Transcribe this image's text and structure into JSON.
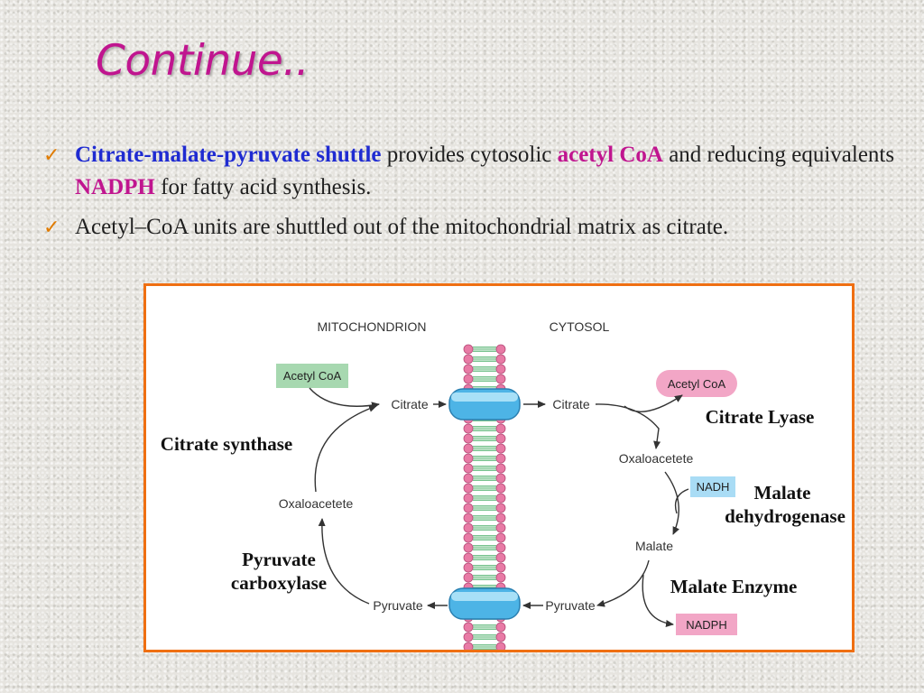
{
  "title": "Continue..",
  "bullets": [
    {
      "parts": [
        {
          "text": "Citrate-malate-pyruvate shuttle",
          "style": "blue"
        },
        {
          "text": " provides cytosolic ",
          "style": "normal"
        },
        {
          "text": "acetyl CoA",
          "style": "pink"
        },
        {
          "text": " and reducing equivalents ",
          "style": "normal"
        },
        {
          "text": "NADPH",
          "style": "pink"
        },
        {
          "text": " for fatty acid synthesis.",
          "style": "normal"
        }
      ]
    },
    {
      "parts": [
        {
          "text": "Acetyl–CoA units are shuttled out of the mitochondrial matrix as citrate.",
          "style": "normal"
        }
      ]
    }
  ],
  "diagram": {
    "compartments": {
      "left": "MITOCHONDRION",
      "right": "CYTOSOL"
    },
    "metabolites": {
      "acetyl_coa_mito": "Acetyl CoA",
      "citrate_mito": "Citrate",
      "citrate_cyto": "Citrate",
      "acetyl_coa_cyto": "Acetyl CoA",
      "oxaloacetate_cyto": "Oxaloacetete",
      "nadh": "NADH",
      "malate": "Malate",
      "nadph": "NADPH",
      "pyruvate_cyto": "Pyruvate",
      "pyruvate_mito": "Pyruvate",
      "oxaloacetate_mito": "Oxaloacetete"
    },
    "enzymes": {
      "citrate_synthase": "Citrate synthase",
      "pyruvate_carboxylase_1": "Pyruvate",
      "pyruvate_carboxylase_2": "carboxylase",
      "citrate_lyase": "Citrate Lyase",
      "malate_dh_1": "Malate",
      "malate_dh_2": "dehydrogenase",
      "malate_enzyme": "Malate Enzyme"
    },
    "colors": {
      "frame": "#ef6f12",
      "green_box": "#a7d8b0",
      "pink_box": "#f2a6c6",
      "blue_box": "#a9dcf5",
      "transporter": "#4db4e6",
      "lipid_head": "#e87aa5",
      "lipid_tail": "#4caf6a"
    }
  }
}
